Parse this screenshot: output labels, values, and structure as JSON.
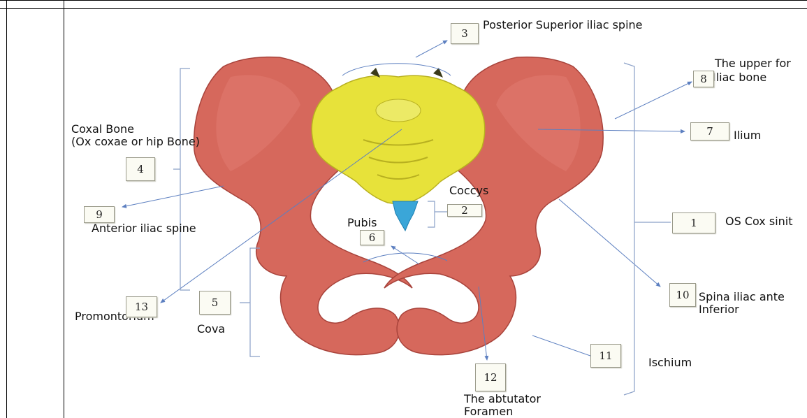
{
  "labels": {
    "posterior_superior_iliac_spine": "Posterior Superior iliac spine",
    "upper_for": "The upper for",
    "iliac_bone": "Iliac bone",
    "ilium": "Ilium",
    "coxal_bone": "Coxal Bone",
    "coxal_bone_sub": "(Ox coxae or hip Bone)",
    "coccys": "Coccys",
    "anterior_iliac_spine": "Anterior iliac spine",
    "pubis": "Pubis",
    "os_cox_sinit": "OS Cox sinit",
    "spina_iliac_ante": "Spina iliac ante",
    "inferior": "Inferior",
    "promontorium": "Promontorium",
    "cova": "Cova",
    "ischium": "Ischium",
    "abtutator_1": "The abtutator",
    "abtutator_2": "Foramen"
  },
  "boxes": {
    "b1": "1",
    "b2": "2",
    "b3": "3",
    "b4": "4",
    "b5": "5",
    "b6": "6",
    "b7": "7",
    "b8": "8",
    "b9": "9",
    "b10": "10",
    "b11": "11",
    "b12": "12",
    "b13": "13"
  },
  "colors": {
    "bone": "#d6685c",
    "bone_dark": "#a8433b",
    "sacrum": "#e7e23a",
    "coccyx": "#3aa6d8",
    "leader": "#5c7fc0"
  }
}
